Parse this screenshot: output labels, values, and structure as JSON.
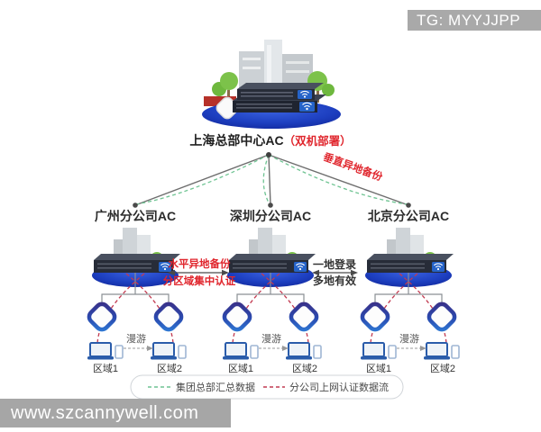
{
  "title_badge": "TG: MYYJJPP",
  "watermark": "www.szcannywell.com",
  "hq": {
    "name": "上海总部中心AC",
    "deployment_note": "（双机部署）",
    "vertical_backup_label": "垂直异地备份"
  },
  "annotations": {
    "horizontal_backup": "水平异地备份",
    "regional_auth": "分区域集中认证",
    "login_once": "一地登录",
    "multi_valid": "多地有效"
  },
  "branches": [
    {
      "name": "广州分公司AC",
      "roaming": "漫游",
      "area1": "区域1",
      "area2": "区域2"
    },
    {
      "name": "深圳分公司AC",
      "roaming": "漫游",
      "area1": "区域1",
      "area2": "区域2"
    },
    {
      "name": "北京分公司AC",
      "roaming": "漫游",
      "area1": "区域1",
      "area2": "区域2"
    }
  ],
  "legend": {
    "hq_data_flow": "集团总部汇总数据",
    "branch_auth_flow": "分公司上网认证数据流"
  },
  "colors": {
    "platform_blue": "#1d3fc0",
    "device_dark": "#272c38",
    "panel_blue": "#2563c9",
    "line_gray": "#6e6e6e",
    "flow_green": "#6fc493",
    "flow_red": "#c23a50",
    "accent_red": "#e0262d",
    "badge_gray": "#a6a6a6",
    "tree_green": "#7cc24a"
  }
}
